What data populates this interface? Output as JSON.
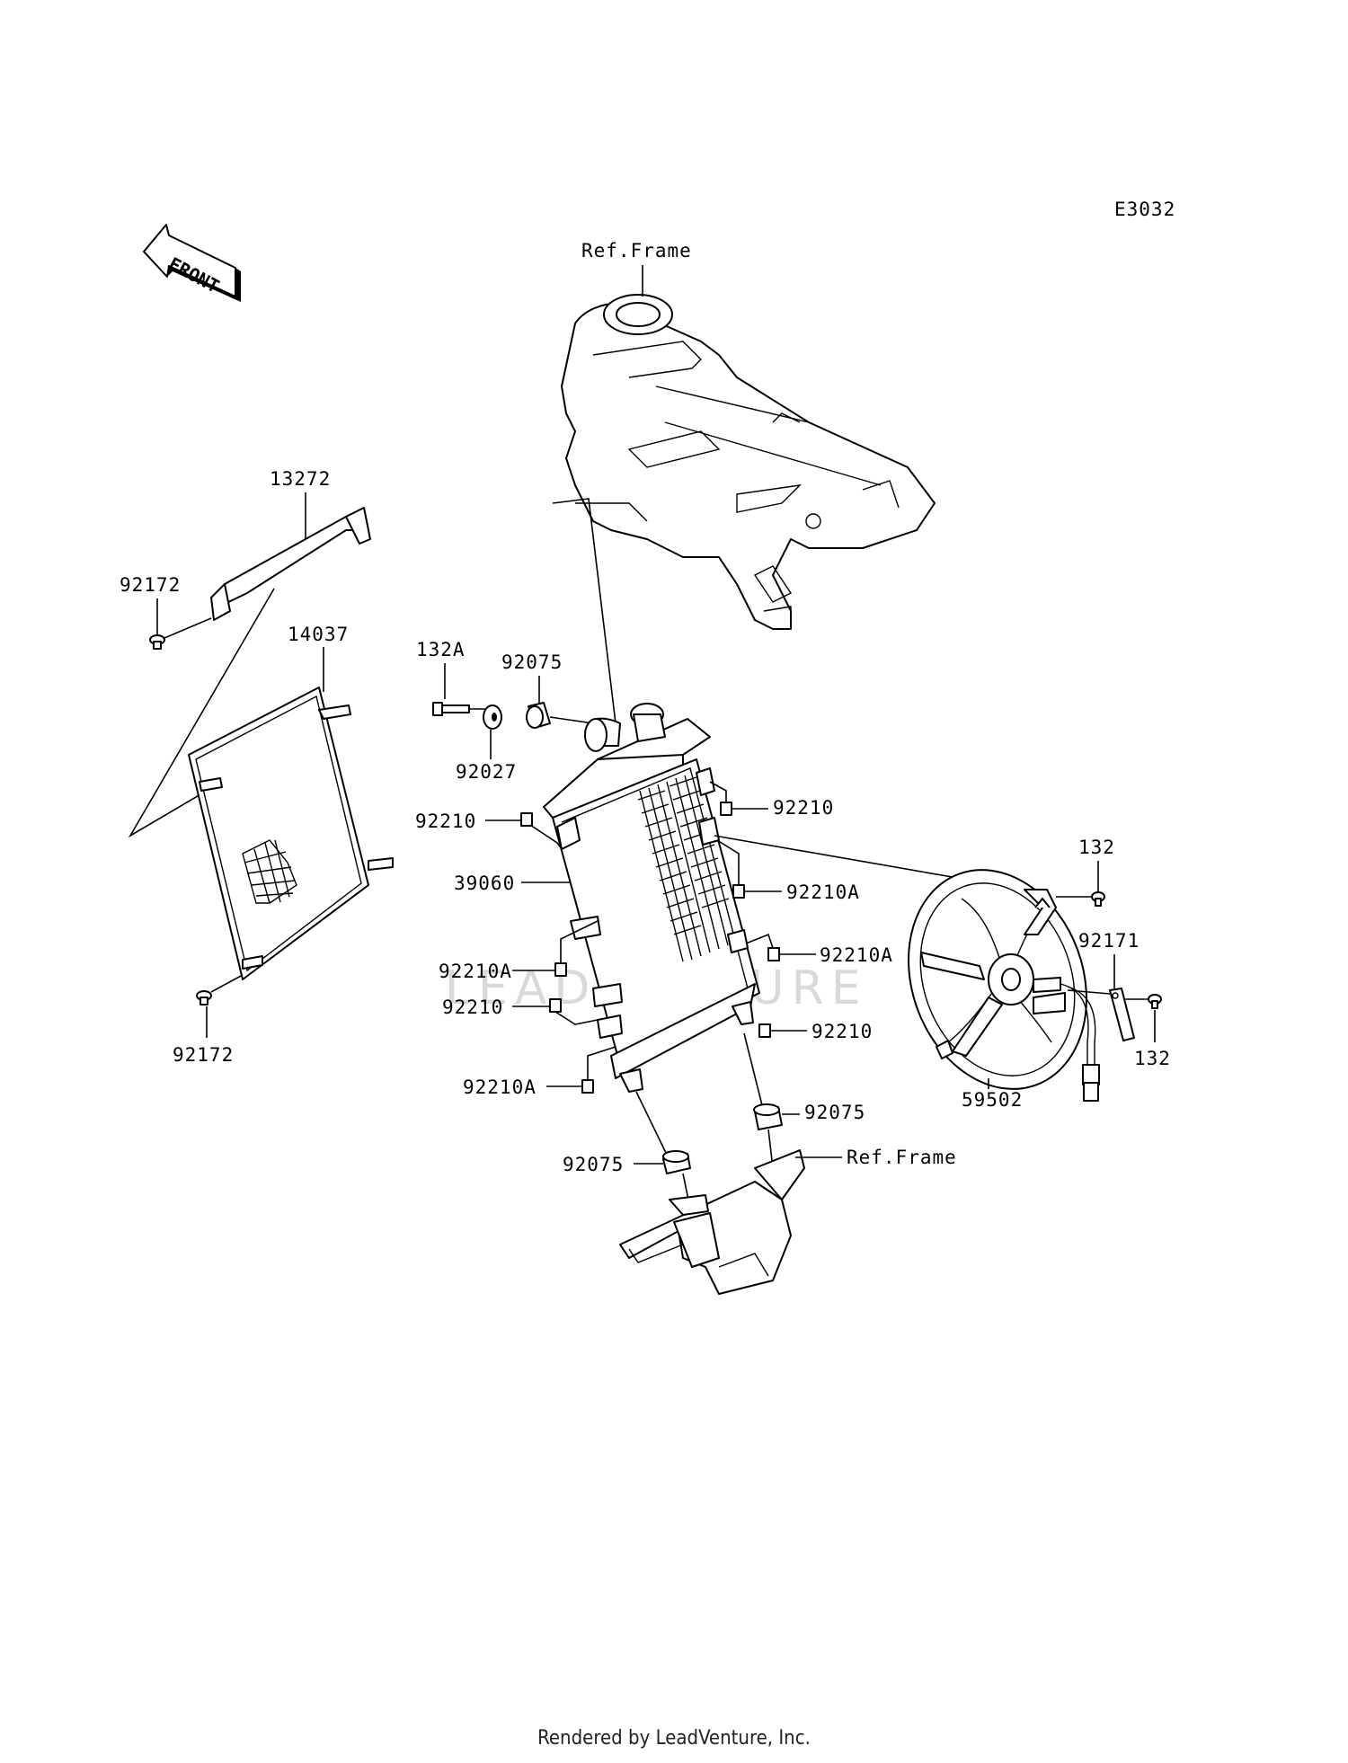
{
  "diagram_code": "E3032",
  "front_arrow_label": "FRONT",
  "watermark_text": "LEADVENTURE",
  "footer": "Rendered by LeadVenture, Inc.",
  "callouts": {
    "ref_frame_top": "Ref.Frame",
    "c13272": "13272",
    "c92172_top": "92172",
    "c14037": "14037",
    "c92172_bottom": "92172",
    "c132a": "132A",
    "c92075_top": "92075",
    "c92027": "92027",
    "c92210_left_top": "92210",
    "c39060": "39060",
    "c92210a_left_mid": "92210A",
    "c92210_left_low": "92210",
    "c92210a_left_bottom": "92210A",
    "c92210_right_top": "92210",
    "c92210a_right_1": "92210A",
    "c92210a_right_2": "92210A",
    "c92210_right_low": "92210",
    "c92075_right": "92075",
    "c92075_left": "92075",
    "ref_frame_bottom": "Ref.Frame",
    "c132_top": "132",
    "c92171": "92171",
    "c132_bottom": "132",
    "c59502": "59502"
  }
}
